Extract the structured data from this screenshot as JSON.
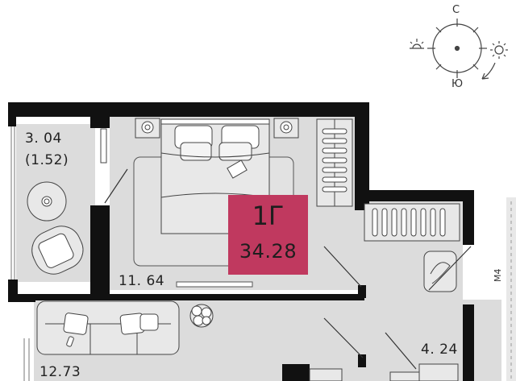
{
  "badge": {
    "code": "1Г",
    "area": "34.28"
  },
  "rooms": {
    "balcony": {
      "area": "3. 04",
      "area_sub": "(1.52)"
    },
    "bedroom": {
      "area": "11. 64"
    },
    "hall": {
      "area": "4. 24"
    },
    "living": {
      "area": "12.73"
    }
  },
  "compass": {
    "north": "С",
    "south": "Ю"
  },
  "road": {
    "label": "М4"
  },
  "colors": {
    "wall": "#111111",
    "floor": "#dcdcdc",
    "furniture_fill": "#e8e8e8",
    "badge": "#c0395f"
  }
}
